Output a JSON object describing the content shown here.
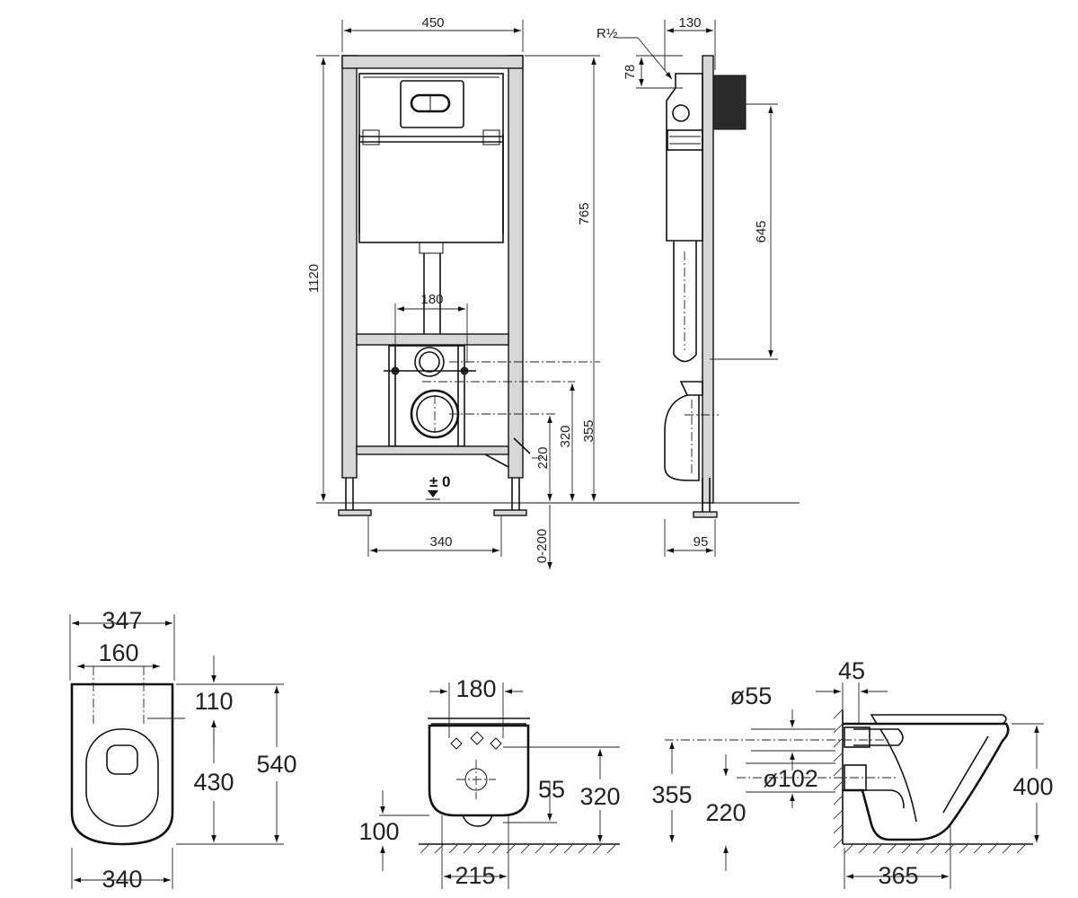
{
  "frame_front": {
    "width": "450",
    "height": "1120",
    "cistern_height": "765",
    "bolt_spacing": "180",
    "pan_connection_height": "355",
    "drain_height": "320",
    "floor_to_frame": "220",
    "floor_level": "± 0",
    "feet_spacing": "340",
    "foot_adjust": "0-200"
  },
  "frame_side": {
    "depth": "130",
    "water_inlet": "R½",
    "inlet_height": "78",
    "flush_height": "645",
    "foot_depth": "95"
  },
  "wc_top": {
    "width": "347",
    "bolt_spacing": "160",
    "bolt_offset": "110",
    "bolt_to_front": "430",
    "length": "540",
    "base_width": "340"
  },
  "wc_back": {
    "bolt_spacing": "180",
    "inlet_drop": "55",
    "drain_height": "320",
    "base_height": "100",
    "base_width": "215"
  },
  "wc_side": {
    "wall_offset": "45",
    "inlet_diameter": "ø55",
    "outlet_diameter": "ø102",
    "inlet_height": "355",
    "outlet_height": "220",
    "total_height": "400",
    "base_length": "365"
  }
}
